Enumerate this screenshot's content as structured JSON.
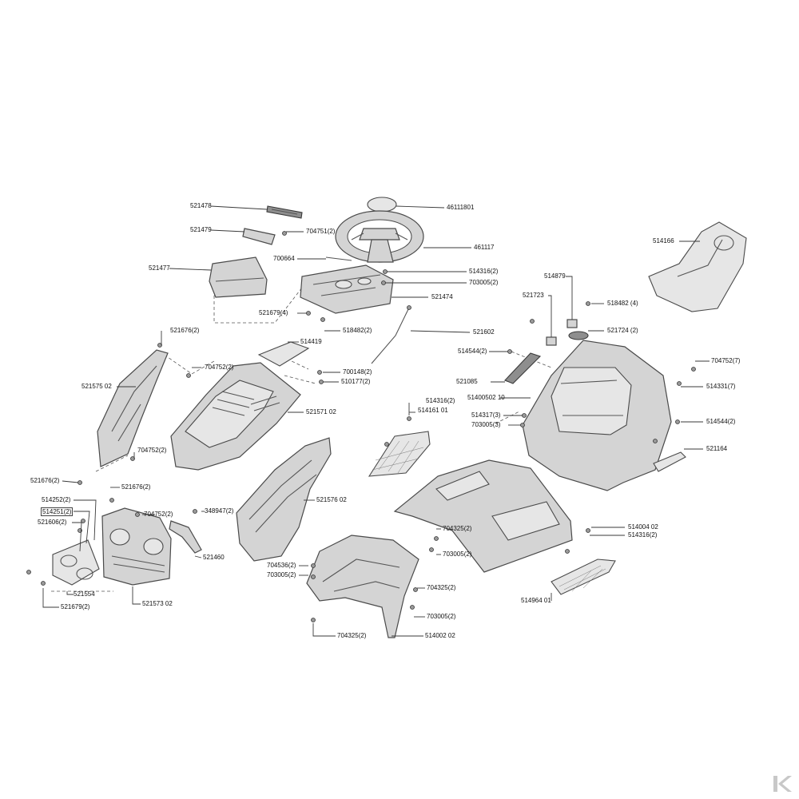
{
  "labels": {
    "l521478": "521478",
    "l46111801": "46111801",
    "l521479": "521479",
    "l704751": "704751(2)",
    "l461117": "461117",
    "l521477": "521477",
    "l700664": "700664",
    "l514316a": "514316(2)",
    "l703005a": "703005(2)",
    "l514166": "514166",
    "l514879": "514879",
    "l521474": "521474",
    "l521723": "521723",
    "l518482b": "518482 (4)",
    "l521679a": "521679(4)",
    "l518482a": "518482(2)",
    "l521724": "521724 (2)",
    "l521602": "521602",
    "l521676a": "521676(2)",
    "l514419": "514419",
    "l514544a": "514544(2)",
    "l704752a": "704752(2)",
    "l700148": "700148(2)",
    "l704752b": "704752(7)",
    "l510177": "510177(2)",
    "l521085": "521085",
    "l514331": "514331(7)",
    "l52157502": "521575 02",
    "l514316b": "514316(2)",
    "l5140050210": "51400502 10",
    "l52157102": "521571 02",
    "l51416101": "514161 01",
    "l514317": "514317(3)",
    "l514544b": "514544(2)",
    "l703005b": "703005(3)",
    "l704752c": "704752(2)",
    "l521164": "521164",
    "l521676b": "521676(2)",
    "l521676c": "521676(2)",
    "l52157602": "521576 02",
    "l514252": "514252(2)",
    "l348947": "348947(2)",
    "l514251": "514251(2)",
    "l704752d": "704752(2)",
    "l521606": "521606(2)",
    "l704325a": "704325(2)",
    "l51400402": "514004 02",
    "l514316c": "514316(2)",
    "l703005c": "703005(2)",
    "l521460": "521460",
    "l704536": "704536(2)",
    "l703005d": "703005(2)",
    "l521554": "521554",
    "l704325b": "704325(2)",
    "l51496401": "514964 01",
    "l52157302": "521573 02",
    "l703005e": "703005(2)",
    "l521679b": "521679(2)",
    "l704325c": "704325(2)",
    "l51400202": "514002 02"
  },
  "colors": {
    "part_fill": "#d4d4d4",
    "outline": "#4a4a4a",
    "logo": "#c8c8c8"
  },
  "logo": {
    "icon": "k-monogram-logo"
  }
}
